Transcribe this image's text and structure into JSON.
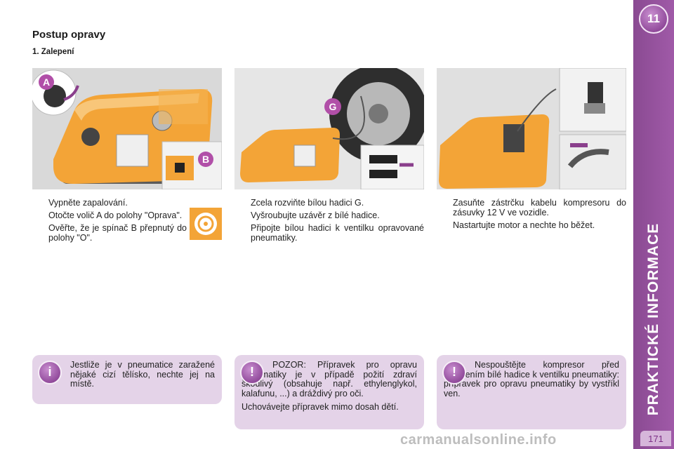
{
  "sidebar": {
    "chapter_number": "11",
    "vertical_title": "PRAKTICKÉ INFORMACE"
  },
  "page_number": "171",
  "heading": {
    "title": "Postup opravy",
    "subtitle": "1. Zalepení"
  },
  "photos": {
    "label_a": "A",
    "label_b": "B",
    "label_g": "G"
  },
  "columns": [
    {
      "items": [
        {
          "symbol": "",
          "text": "Vypněte zapalování."
        },
        {
          "symbol": "",
          "text": "Otočte volič A do polohy \"Oprava\"."
        },
        {
          "symbol": "",
          "text": "Ověřte, že je spínač B přepnutý do polohy \"O\"."
        }
      ]
    },
    {
      "items": [
        {
          "symbol": "",
          "text": "Zcela rozviňte bílou hadici G."
        },
        {
          "symbol": "",
          "text": "Vyšroubujte uzávěr z bílé hadice."
        },
        {
          "symbol": "",
          "text": "Připojte bílou hadici k ventilku opravované pneumatiky."
        }
      ]
    },
    {
      "items": [
        {
          "symbol": "",
          "text": "Zasuňte zástrčku kabelu kompresoru do zásuvky 12 V ve vozidle."
        },
        {
          "symbol": "",
          "text": "Nastartujte motor a nechte ho běžet."
        }
      ]
    }
  ],
  "notes": [
    {
      "icon": "i",
      "paragraphs": [
        "Jestliže je v pneumatice zaražené nějaké cizí tělísko, nechte jej na místě."
      ]
    },
    {
      "icon": "!",
      "paragraphs": [
        "POZOR: Přípravek pro opravu pneumatiky je v případě požití zdraví škodlivý (obsahuje např. ethylenglykol, kalafunu, ...) a dráždivý pro oči.",
        "Uchovávejte přípravek mimo dosah dětí."
      ]
    },
    {
      "icon": "!",
      "paragraphs": [
        "Nespouštějte kompresor před připojením bílé hadice k ventilku pneumatiky: přípravek pro opravu pneumatiky by vystříkl ven."
      ]
    }
  ],
  "watermark": "carmanualsonline.info",
  "colors": {
    "accent": "#8a4a92",
    "note_bg": "#e4d3e8",
    "compressor": "#f3a437"
  }
}
